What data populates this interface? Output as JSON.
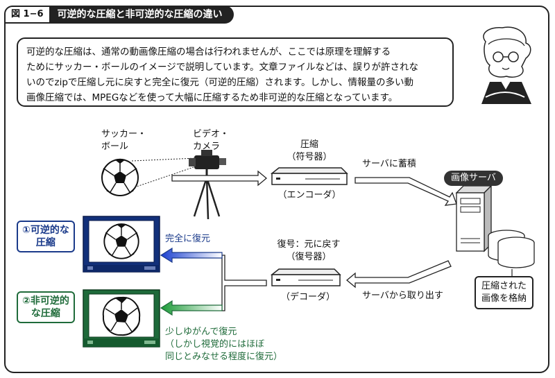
{
  "figure": {
    "number": "図 1−6",
    "title": "可逆的な圧縮と非可逆的な圧縮の違い"
  },
  "explanation": {
    "lines": [
      "可逆的な圧縮は、通常の動画像圧縮の場合は行われませんが、ここでは原理を理解する",
      "ためにサッカー・ボールのイメージで説明しています。文章ファイルなどは、誤りが許されな",
      "いのでzipで圧縮し元に戻すと完全に復元（可逆的圧縮）されます。しかし、情報量の多い動",
      "画像圧縮では、MPEGなどを使って大幅に圧縮するため非可逆的な圧縮となっています。"
    ]
  },
  "labels": {
    "soccer_ball": [
      "サッカー・",
      "ボール"
    ],
    "video_camera": [
      "ビデオ・",
      "カメラ"
    ],
    "encoder_top": [
      "圧縮",
      "（符号器）"
    ],
    "encoder_bottom": "（エンコーダ）",
    "store_arrow": "サーバに蓄積",
    "image_server": "画像サーバ",
    "compressed_images": [
      "圧縮された",
      "画像を格納"
    ],
    "retrieve_arrow": "サーバから取り出す",
    "decoder_top": [
      "復号：元に戻す",
      "（復号器）"
    ],
    "decoder_bottom": "（デコーダ）",
    "lossless_callout": [
      "①可逆的な",
      "圧縮"
    ],
    "lossy_callout": [
      "②非可逆的",
      "な圧縮"
    ],
    "full_restore": "完全に復元",
    "lossy_restore": [
      "少しゆがんで復元",
      "（しかし視覚的にはほぼ",
      "同じとみなせる程度に復元）"
    ]
  },
  "colors": {
    "lossless": "#1a3a8a",
    "lossy": "#1f6b3a",
    "arrow_blue": "#1e4fd8",
    "arrow_green": "#1e9e3a",
    "ink": "#222222"
  }
}
